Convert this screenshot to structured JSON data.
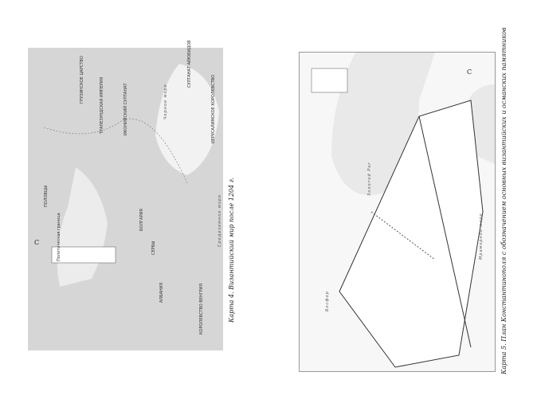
{
  "map4": {
    "caption": "Карта 4. Византийский мир после 1204 г.",
    "compass": "С",
    "legend": "Политическая граница",
    "labels": {
      "trebizond": "ТРАПЕЗУНДСКАЯ ИМПЕРИЯ",
      "georgia": "ГРУЗИНСКОЕ ЦАРСТВО",
      "iconium": "ИКОНИЙСКИЙ СУЛТАНАТ",
      "black_sea": "Черное море",
      "bulgaria": "БОЛГАРИЯ",
      "serbs": "СЕРБЫ",
      "albania": "АЛБАНИЯ",
      "hungary": "КОРОЛЕВСТВО ВЕНГРИЯ",
      "med_sea": "Средиземное море",
      "jerusalem": "ИЕРУСАЛИМСКОЕ КОРОЛЕВСТВО",
      "ayyubids": "СУЛТАНАТ АЙЮБИДОВ",
      "cumans": "ПОЛОВЦЫ"
    }
  },
  "map5": {
    "caption": "Карта 5. План Константинополя с обозначением основных византийских и османских памятников",
    "compass": "С",
    "labels": {
      "bosphorus": "Босфор",
      "golden_horn": "Золотой Рог",
      "marmara": "Мраморное море"
    }
  }
}
